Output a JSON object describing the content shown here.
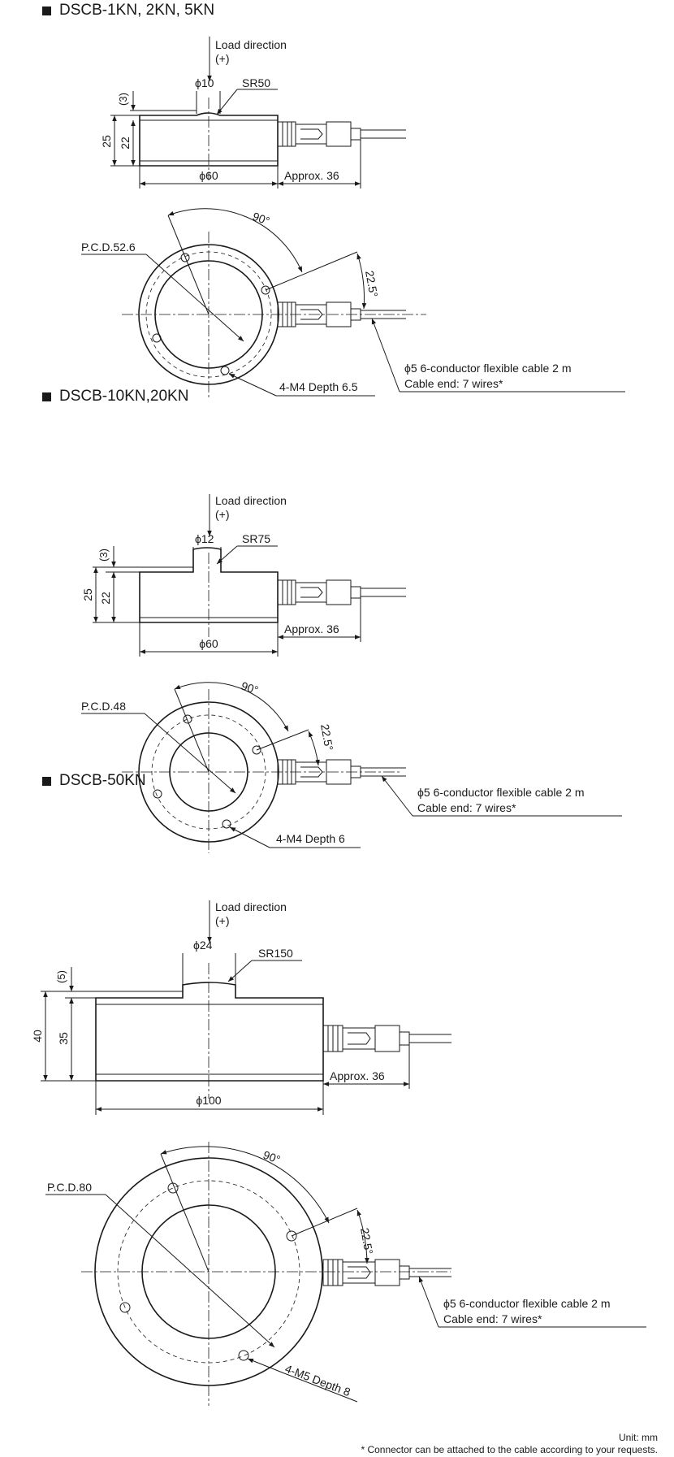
{
  "sections": [
    {
      "title": "DSCB-1KN, 2KN, 5KN",
      "load_direction": "Load direction",
      "load_sign": "(+)",
      "top_diameter": "ϕ10",
      "sphere_radius": "SR50",
      "height_step": "(3)",
      "height_total": "25",
      "height_body": "22",
      "body_diameter": "ϕ60",
      "connector_length": "Approx. 36",
      "angle_holes": "90°",
      "angle_connector": "22.5°",
      "pcd": "P.C.D.52.6",
      "holes": "4-M4 Depth 6.5",
      "cable_line1": "ϕ5  6-conductor flexible cable 2 m",
      "cable_line2": "Cable end: 7 wires*"
    },
    {
      "title": "DSCB-10KN,20KN",
      "load_direction": "Load direction",
      "load_sign": "(+)",
      "top_diameter": "ϕ12",
      "sphere_radius": "SR75",
      "height_step": "(3)",
      "height_total": "25",
      "height_body": "22",
      "body_diameter": "ϕ60",
      "connector_length": "Approx. 36",
      "angle_holes": "90°",
      "angle_connector": "22.5°",
      "pcd": "P.C.D.48",
      "holes": "4-M4 Depth 6",
      "cable_line1": "ϕ5  6-conductor flexible cable 2 m",
      "cable_line2": "Cable end: 7 wires*"
    },
    {
      "title": "DSCB-50KN",
      "load_direction": "Load direction",
      "load_sign": "(+)",
      "top_diameter": "ϕ24",
      "sphere_radius": "SR150",
      "height_step": "(5)",
      "height_total": "40",
      "height_body": "35",
      "body_diameter": "ϕ100",
      "connector_length": "Approx. 36",
      "angle_holes": "90°",
      "angle_connector": "22.5°",
      "pcd": "P.C.D.80",
      "holes": "4-M5 Depth 8",
      "cable_line1": "ϕ5  6-conductor flexible cable 2 m",
      "cable_line2": "Cable end: 7 wires*"
    }
  ],
  "footer": {
    "unit": "Unit: mm",
    "note": "* Connector can be attached to the cable according to your requests."
  }
}
